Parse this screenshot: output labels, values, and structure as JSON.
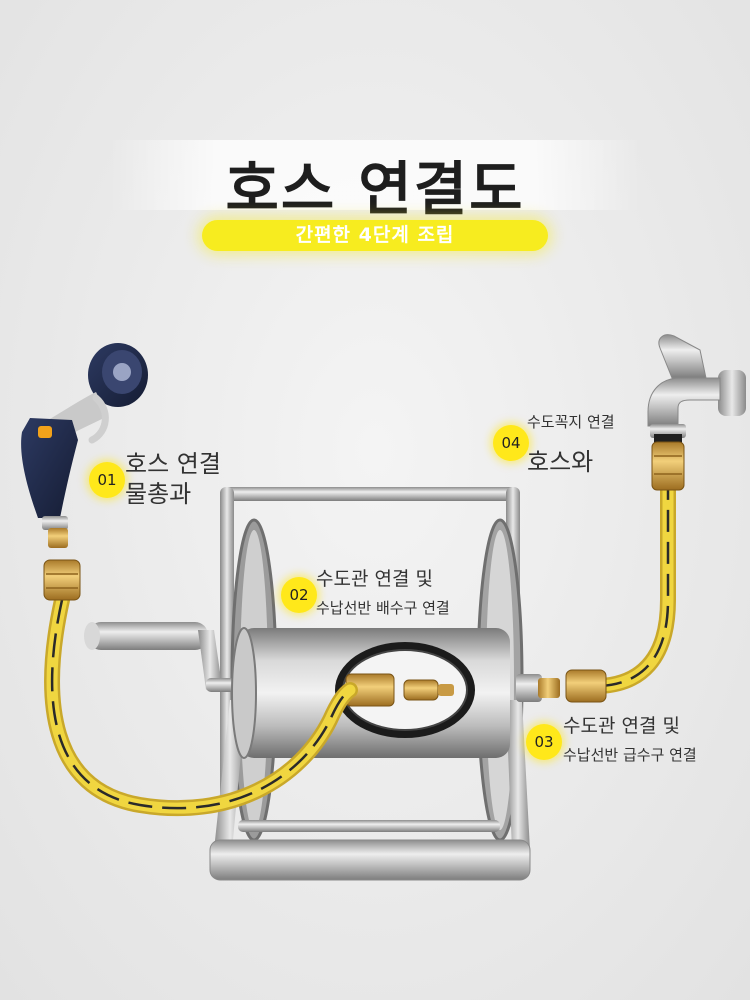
{
  "header": {
    "title": "호스 연결도",
    "subtitle": "간편한 4단계 조립"
  },
  "steps": [
    {
      "number": "01",
      "line1": "호스 연결",
      "line2": "물총과"
    },
    {
      "number": "02",
      "line1": "수도관 연결 및",
      "line2": "수납선반 배수구 연결"
    },
    {
      "number": "03",
      "line1": "수도관 연결 및",
      "line2": "수납선반 급수구 연결"
    },
    {
      "number": "04",
      "line1": "수도꼭지 연결",
      "line2": "호스와"
    }
  ],
  "colors": {
    "accent": "#f7ec1f",
    "hose": "#e6c52a",
    "hose_stripe": "#2a2a2a",
    "brass": "#d9a84a",
    "steel": "#b9b9b9",
    "spray_gun": "#1f2a4a"
  }
}
